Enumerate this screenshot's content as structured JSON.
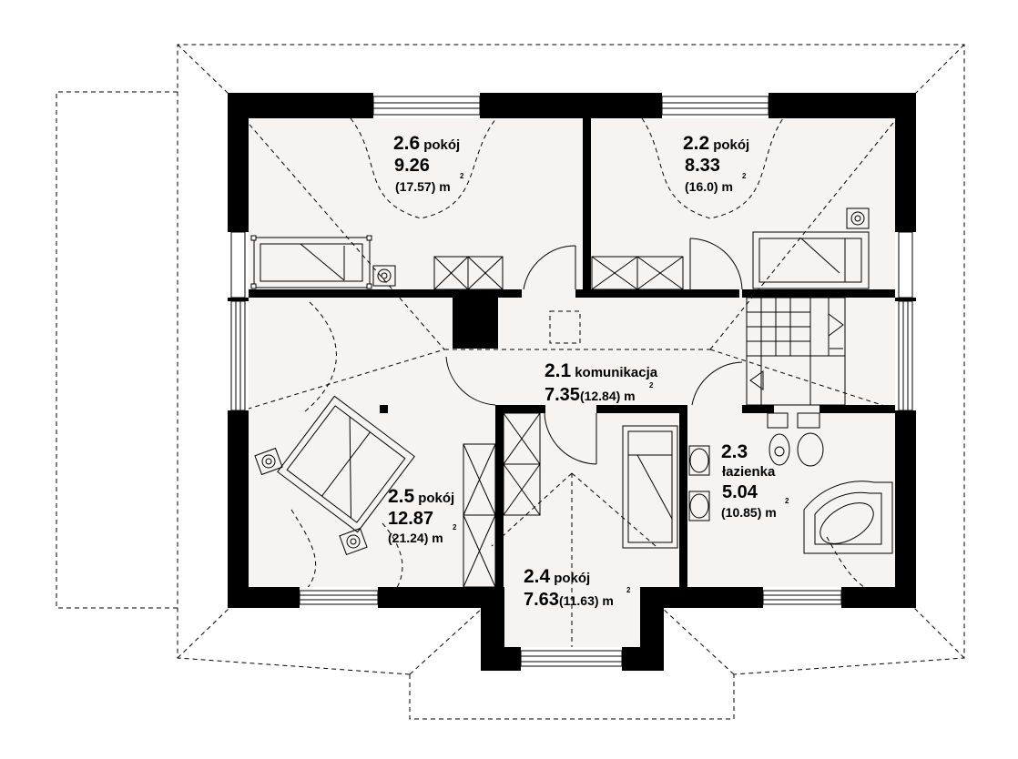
{
  "rooms": [
    {
      "id": "2.6",
      "name": "pokój",
      "area": "9.26",
      "gross": "(17.57) m",
      "sup": "2"
    },
    {
      "id": "2.2",
      "name": "pokój",
      "area": "8.33",
      "gross": "(16.0) m",
      "sup": "2"
    },
    {
      "id": "2.1",
      "name": "komunikacja",
      "area": "7.35",
      "gross": "(12.84) m",
      "sup": "2"
    },
    {
      "id": "2.3",
      "name": "łazienka",
      "area": "5.04",
      "gross": "(10.85) m",
      "sup": "2"
    },
    {
      "id": "2.5",
      "name": "pokój",
      "area": "12.87",
      "gross": "(21.24) m",
      "sup": "2"
    },
    {
      "id": "2.4",
      "name": "pokój",
      "area": "7.63",
      "gross": "(11.63) m",
      "sup": "2"
    }
  ]
}
